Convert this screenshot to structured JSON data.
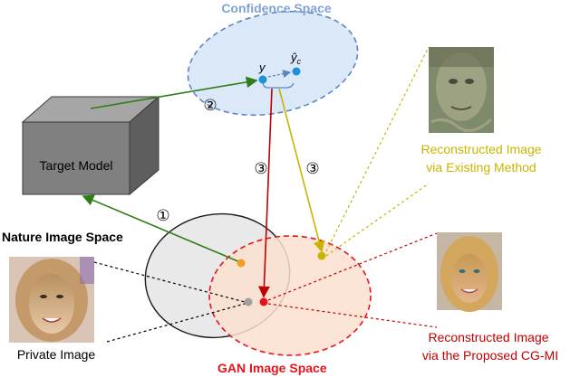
{
  "labels": {
    "confidence_space": "Confidence Space",
    "target_model": "Target Model",
    "nature_image_space": "Nature Image Space",
    "gan_image_space": "GAN Image Space",
    "private_image": "Private Image",
    "reconstructed_existing_line1": "Reconstructed Image",
    "reconstructed_existing_line2": "via Existing Method",
    "reconstructed_proposed_line1": "Reconstructed Image",
    "reconstructed_proposed_line2": "via the Proposed CG-MI",
    "y": "y",
    "y_hat": "ŷ",
    "y_hat_sub": "c"
  },
  "steps": {
    "step1": "①",
    "step2": "②",
    "step3a": "③",
    "step3b": "③"
  },
  "colors": {
    "confidence_fill": "#dbe8f7",
    "confidence_stroke": "#5b86c6",
    "gan_fill": "#fbe1d0",
    "gan_stroke": "#e8121b",
    "nature_fill": "#e9e9e9",
    "box_face": "#7f7f7f",
    "green_arrow": "#2f7d18",
    "yellow": "#c9b400",
    "red": "#c00000",
    "blue_point": "#1f8fd6",
    "orange_point": "#f0a020",
    "gray_point": "#a0a0a0"
  }
}
